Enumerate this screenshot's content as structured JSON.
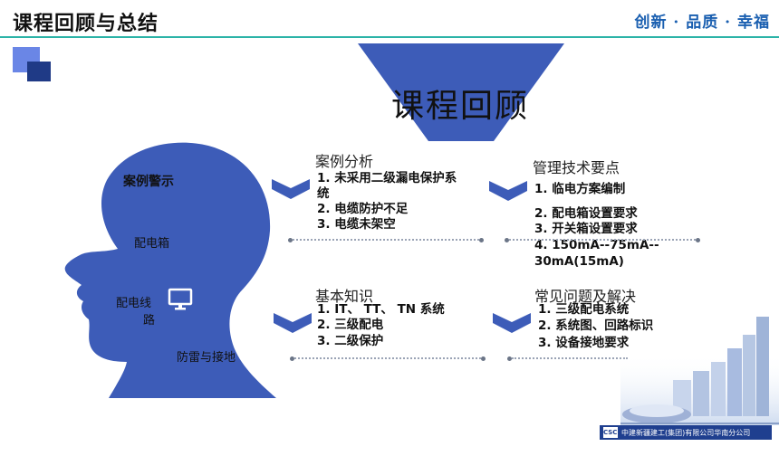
{
  "header": {
    "title": "课程回顾与总结",
    "slogan": "创新 · 品质 · 幸福"
  },
  "review_title": "课程回顾",
  "head": {
    "case_warning": "案例警示",
    "box": "配电箱",
    "line_1": "配电线",
    "line_2": "路",
    "lightning": "防雷与接地",
    "icon": "monitor-icon"
  },
  "sections": {
    "case_analysis": {
      "title": "案例分析",
      "items": [
        "1. 未采用二级漏电保护系",
        "统",
        "2. 电缆防护不足",
        "3. 电缆未架空"
      ]
    },
    "mgmt_points": {
      "title": "管理技术要点",
      "items": [
        "1. 临电方案编制",
        "2. 配电箱设置要求",
        "3. 开关箱设置要求",
        "4. 150mA--75mA--",
        "30mA(15mA)"
      ]
    },
    "basic_knowledge": {
      "title": "基本知识",
      "items": [
        "1. IT、 TT、 TN 系统",
        "2. 三级配电",
        "3. 二级保护"
      ]
    },
    "faq": {
      "title": "常见问题及解决",
      "items": [
        "1. 三级配电系统",
        "2. 系统图、回路标识",
        "3. 设备接地要求"
      ]
    }
  },
  "footer": {
    "company": "中建新疆建工(集团)有限公司华南分公司",
    "logo_text": "CSCEC"
  },
  "colors": {
    "primary_blue": "#3d5cb8",
    "teal_line": "#2bb3a7",
    "slogan_blue": "#1a5fb0"
  }
}
